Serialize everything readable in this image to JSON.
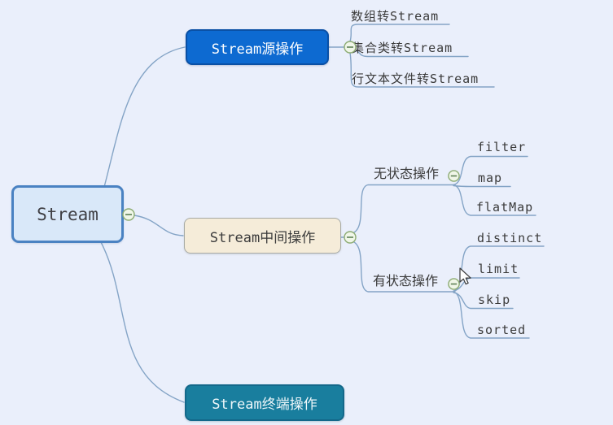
{
  "app": {
    "description": "mind map canvas"
  },
  "mindmap": {
    "root": {
      "label": "Stream"
    },
    "branches": [
      {
        "id": "source-ops",
        "label": "Stream源操作",
        "children": [
          {
            "label": "数组转Stream"
          },
          {
            "label": "集合类转Stream"
          },
          {
            "label": "行文本文件转Stream"
          }
        ]
      },
      {
        "id": "intermediate-ops",
        "label": "Stream中间操作",
        "children": [
          {
            "label": "无状态操作",
            "children": [
              {
                "label": "filter"
              },
              {
                "label": "map"
              },
              {
                "label": "flatMap"
              }
            ]
          },
          {
            "label": "有状态操作",
            "children": [
              {
                "label": "distinct"
              },
              {
                "label": "limit"
              },
              {
                "label": "skip"
              },
              {
                "label": "sorted"
              }
            ]
          }
        ]
      },
      {
        "id": "terminal-ops",
        "label": "Stream终端操作",
        "children": []
      }
    ],
    "collapse_icon_glyph": "minus",
    "colors": {
      "background": "#eaeffb",
      "root_fill": "#d9e8f9",
      "root_border": "#4a82c2",
      "source_fill": "#0d6ad1",
      "source_border": "#0a50a5",
      "intermediate_fill": "#f5ecd9",
      "intermediate_border": "#a8aba5",
      "terminal_fill": "#197e9e",
      "terminal_border": "#14688a",
      "connector": "#84a4c6",
      "collapse_fill": "#f0f6e8",
      "collapse_border": "#8cab72",
      "collapse_minus": "#5d8054",
      "text_dark": "#3a3a3a",
      "text_light": "#ffffff"
    }
  },
  "cursor": {
    "type": "arrow",
    "visible": "true"
  }
}
